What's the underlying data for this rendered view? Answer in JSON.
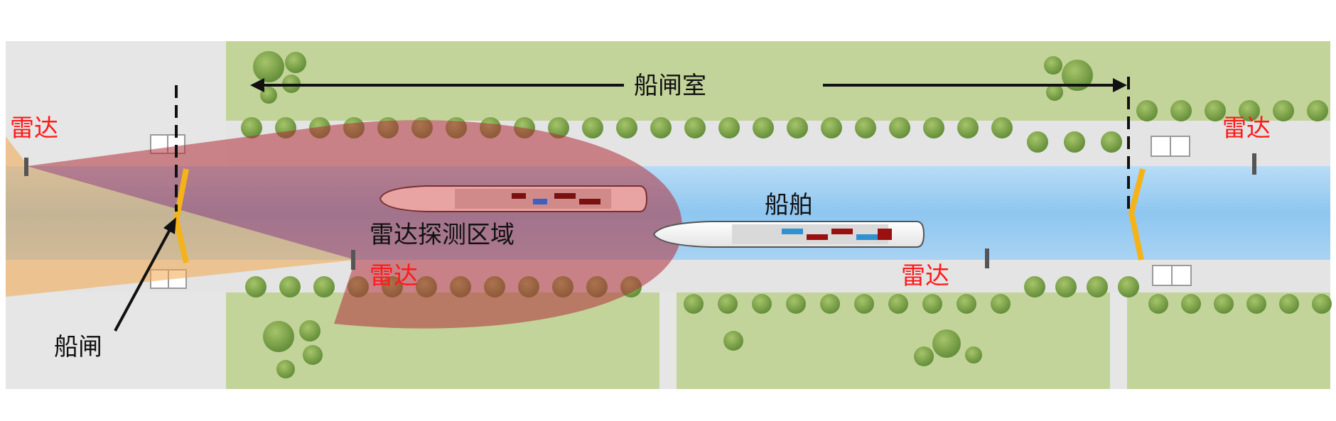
{
  "labels": {
    "lock_chamber": "船闸室",
    "radar_top_left": "雷达",
    "radar_top_right": "雷达",
    "radar_mid_left": "雷达",
    "radar_mid_right": "雷达",
    "vessel": "船舶",
    "detection_zone": "雷达探测区域",
    "lock_gate": "船闸"
  },
  "colors": {
    "water": "#8ec6f0",
    "grass": "#c3d49a",
    "pavement": "#e6e6e6",
    "tree": "#7ea24a",
    "detection_zone": "#b0303a",
    "radar_beam": "#f2a64a",
    "gate": "#f5b31a",
    "radar_text": "#ff1a1a"
  },
  "icons": {
    "radar": "radar-icon",
    "tree": "tree-icon",
    "building": "building-icon",
    "vessel": "vessel-icon",
    "gate": "gate-icon"
  }
}
